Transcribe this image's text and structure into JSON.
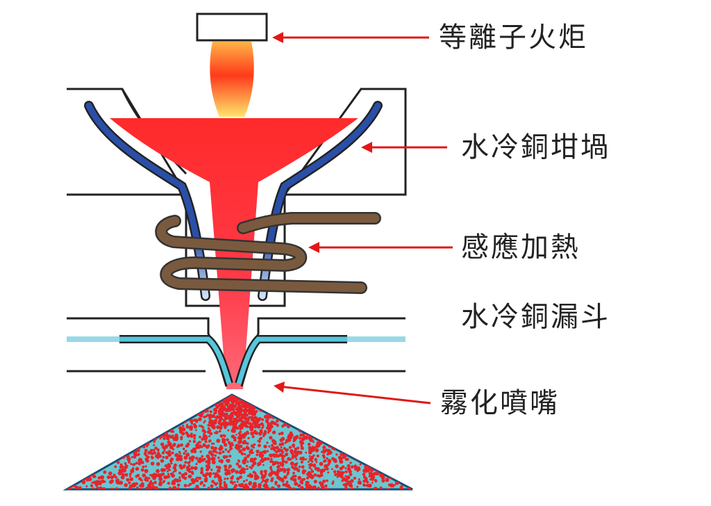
{
  "labels": {
    "plasma_torch": "等離子火炬",
    "water_cooled_crucible": "水冷銅坩堝",
    "induction_heating": "感應加熱",
    "water_cooled_funnel": "水冷銅漏斗",
    "atomizing_nozzle": "霧化噴嘴"
  },
  "colors": {
    "melt": "#ff2a2a",
    "water_channel": "#2a4fa8",
    "nozzle_coolant": "#57c6dc",
    "coil": "#7a5a3e",
    "arrow": "#e01818",
    "powder_bg": "#6cc6cf",
    "powder_dot": "#e8232a"
  }
}
